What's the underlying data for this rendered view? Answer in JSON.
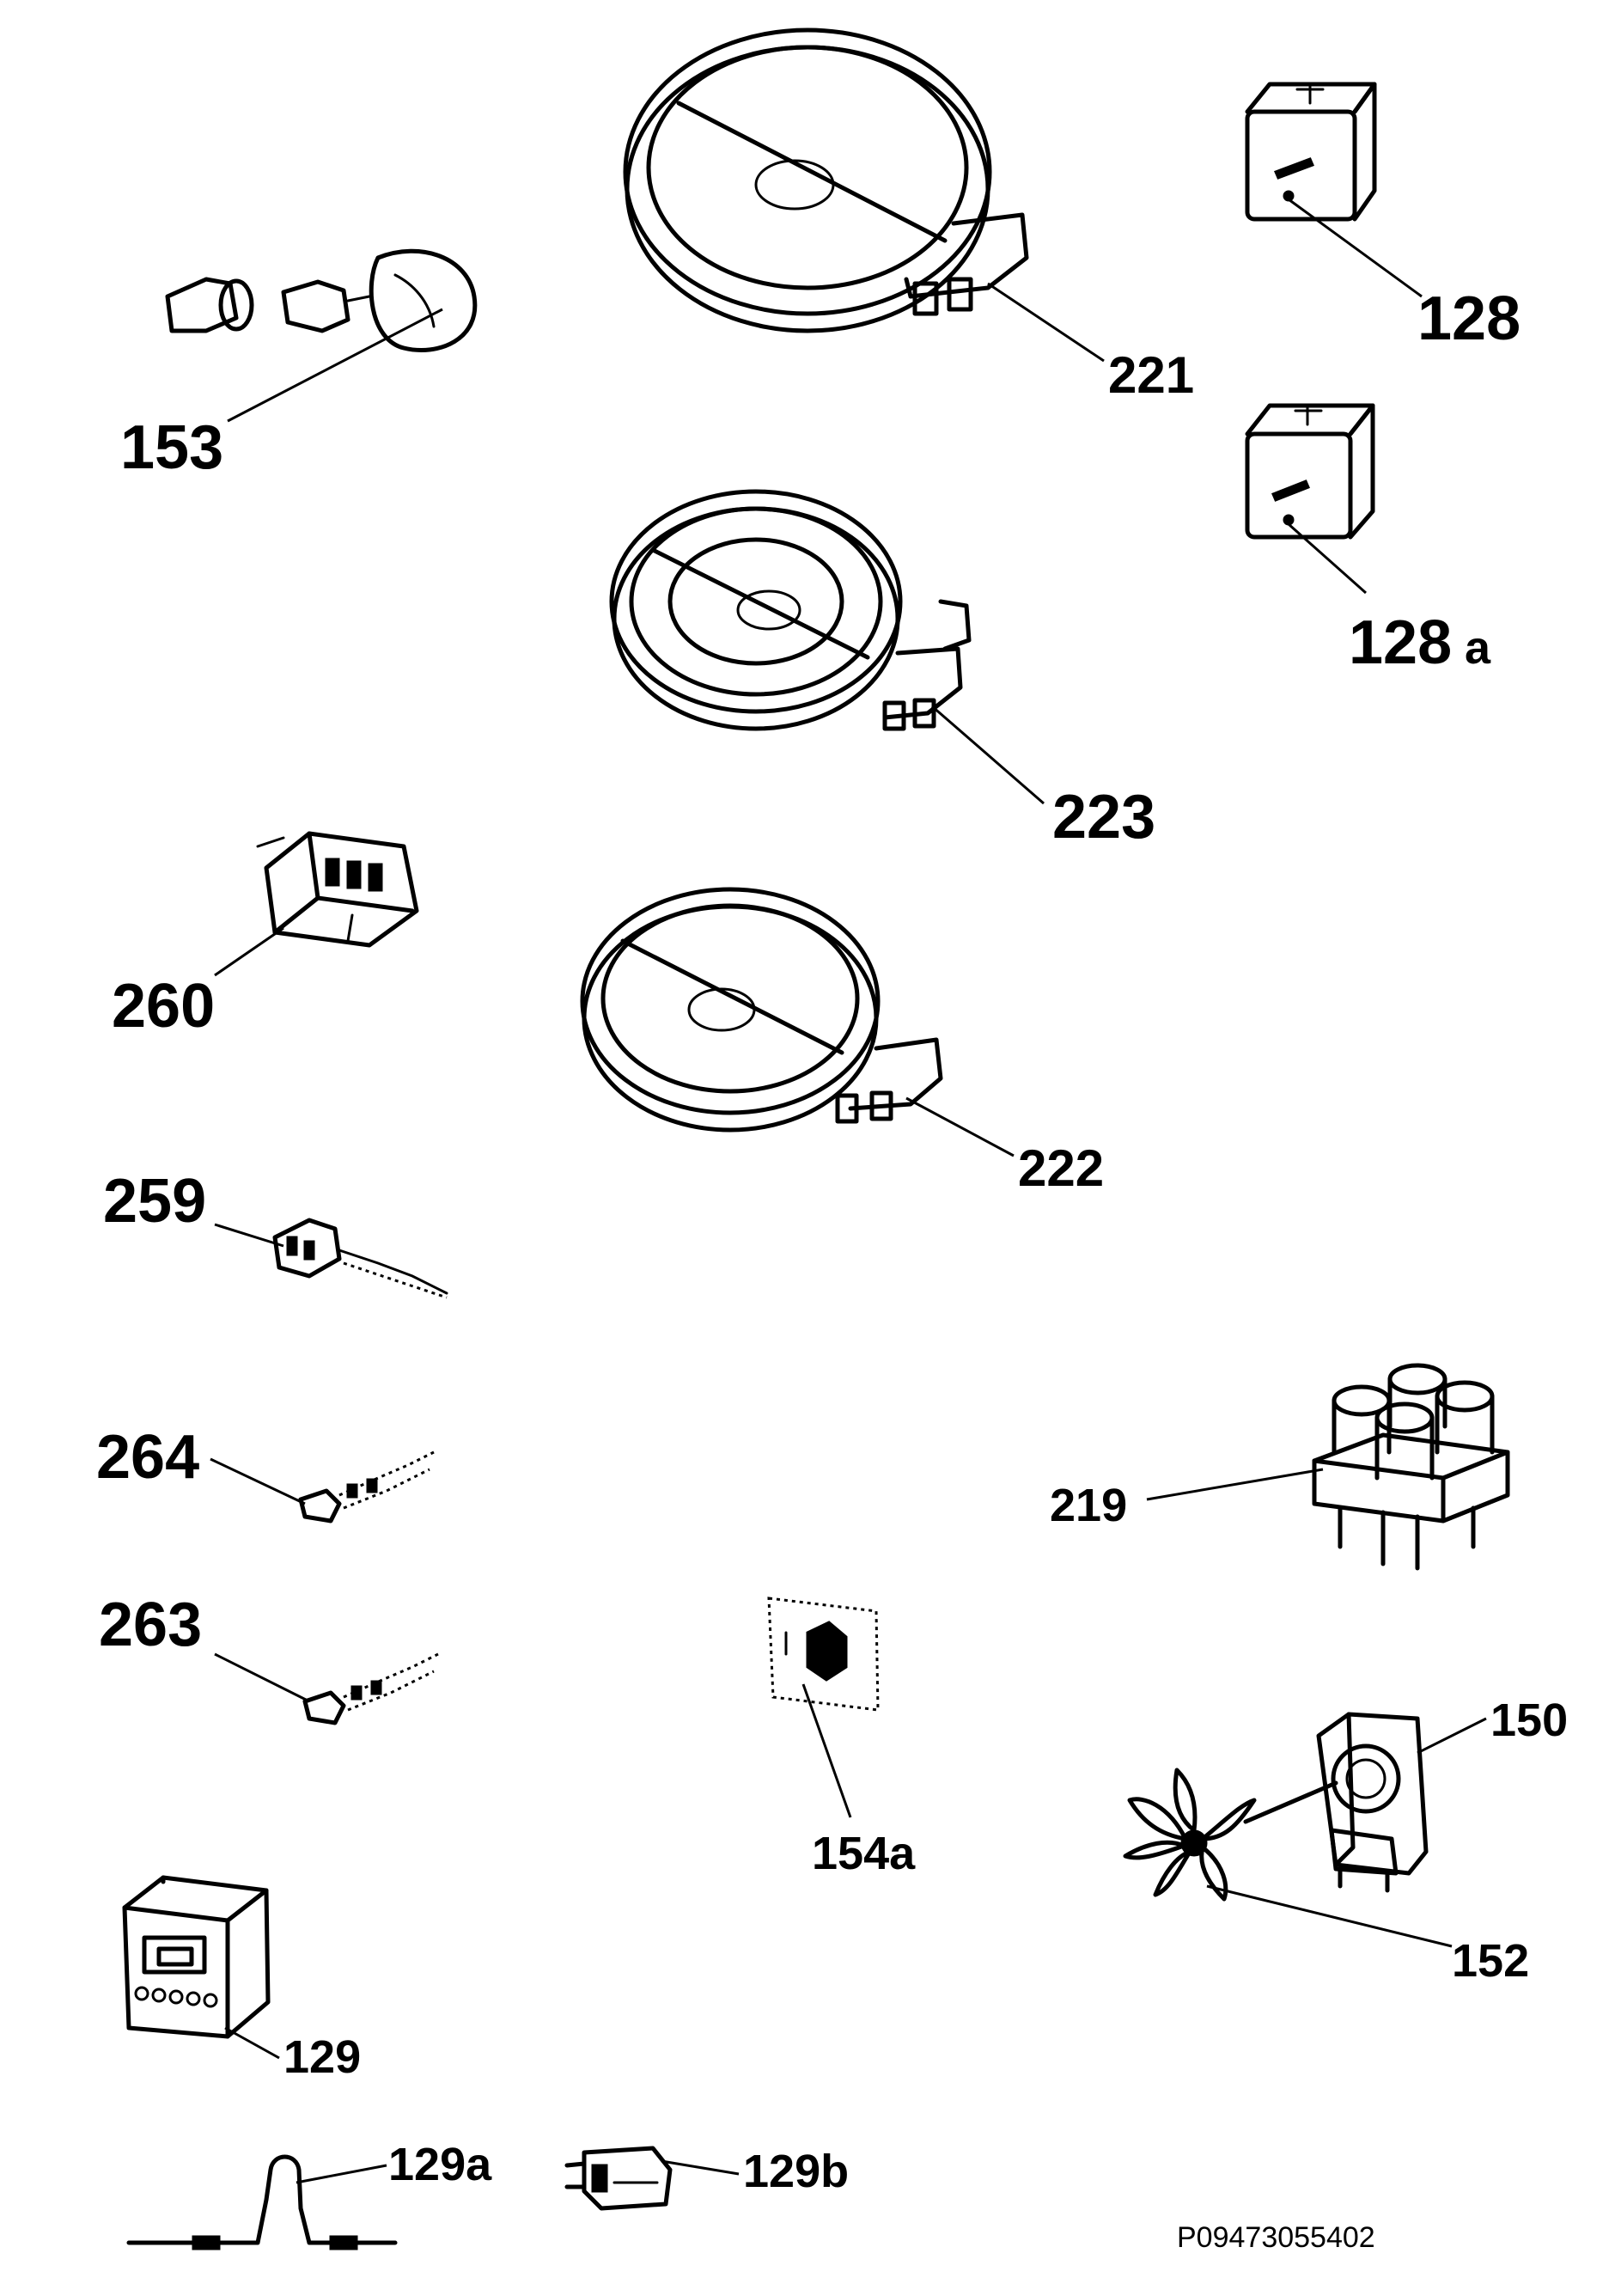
{
  "diagram": {
    "parts": [
      {
        "id": "p221",
        "label": "221"
      },
      {
        "id": "p128",
        "label": "128"
      },
      {
        "id": "p153",
        "label": "153"
      },
      {
        "id": "p128a",
        "label": "128",
        "suffix": "a"
      },
      {
        "id": "p223",
        "label": "223"
      },
      {
        "id": "p260",
        "label": "260"
      },
      {
        "id": "p222",
        "label": "222"
      },
      {
        "id": "p259",
        "label": "259"
      },
      {
        "id": "p264",
        "label": "264"
      },
      {
        "id": "p219",
        "label": "219"
      },
      {
        "id": "p263",
        "label": "263"
      },
      {
        "id": "p154a",
        "label": "154a"
      },
      {
        "id": "p150",
        "label": "150"
      },
      {
        "id": "p152",
        "label": "152"
      },
      {
        "id": "p129",
        "label": "129"
      },
      {
        "id": "p129a",
        "label": "129a"
      },
      {
        "id": "p129b",
        "label": "129b"
      }
    ],
    "drawing_code": "P09473055402"
  }
}
